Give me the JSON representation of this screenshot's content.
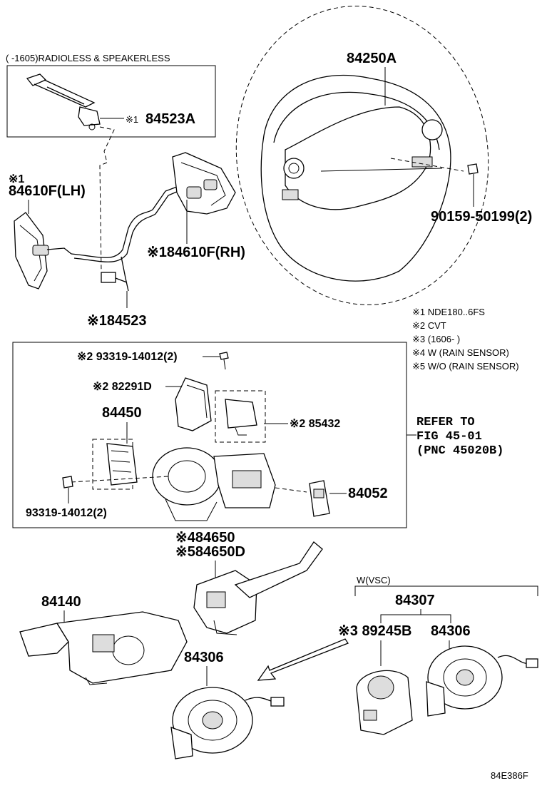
{
  "header": {
    "variant_title": "(      -1605)RADIOLESS & SPEAKERLESS"
  },
  "parts": {
    "p84250a": "84250A",
    "p84523a": "84523A",
    "p84523a_mark": "※1",
    "p84610f_lh_mark": "※1",
    "p84610f_lh": "84610F(LH)",
    "p84610f_rh": "※184610F(RH)",
    "p84523": "※184523",
    "p90159": "90159-50199(2)",
    "p93319_top": "※2 93319-14012(2)",
    "p82291d": "※2 82291D",
    "p84450": "84450",
    "p85432": "※2 85432",
    "p93319_bottom": "93319-14012(2)",
    "p84052": "84052",
    "p84650": "※484650",
    "p84650d": "※584650D",
    "p84140": "84140",
    "p84306_left": "84306",
    "p84307": "84307",
    "p89245b": "※3 89245B",
    "p84306_right": "84306",
    "w_vsc": "W(VSC)"
  },
  "notes": [
    "※1 NDE180..6FS",
    "※2 CVT",
    "※3 (1606-        )",
    "※4 W (RAIN SENSOR)",
    "※5 W/O (RAIN SENSOR)"
  ],
  "refer": {
    "line1": "REFER TO",
    "line2": "FIG 45-01",
    "line3": "(PNC 45020B)"
  },
  "footer": {
    "figure_code": "84E386F"
  },
  "icons": [
    "steering-wheel-icon",
    "switch-assembly-icon",
    "spiral-cable-icon",
    "wiper-switch-icon"
  ]
}
